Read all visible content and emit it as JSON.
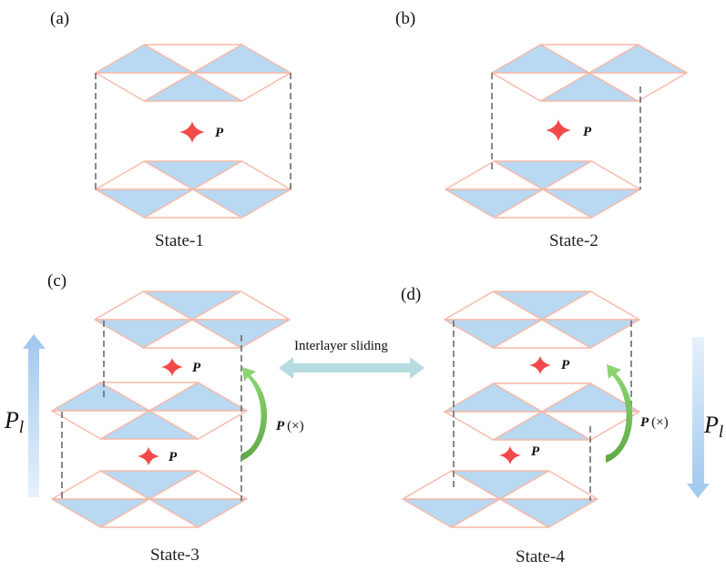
{
  "figure": {
    "colors": {
      "triangle_fill": "#b9d8f1",
      "edge": "#f6b9a9",
      "dashed_line": "#6b6b6b",
      "polarization_star": "#f24a4a",
      "curved_arrow": "#7cc964",
      "sliding_arrow": "#b5dde0",
      "pl_arrow": "#a8cdf0"
    },
    "panels": [
      {
        "label": "(a)",
        "state": "State-1",
        "polarization": "P"
      },
      {
        "label": "(b)",
        "state": "State-2",
        "polarization": "P"
      },
      {
        "label": "(c)",
        "state": "State-3",
        "polarization": "P",
        "switch_label": "P",
        "switch_mark": "(×)",
        "pl_label": "P",
        "pl_sub": "l",
        "pl_direction": "up"
      },
      {
        "label": "(d)",
        "state": "State-4",
        "polarization": "P",
        "switch_label": "P",
        "switch_mark": "(×)",
        "pl_label": "P",
        "pl_sub": "l",
        "pl_direction": "down"
      }
    ],
    "sliding_label": "Interlayer sliding"
  }
}
